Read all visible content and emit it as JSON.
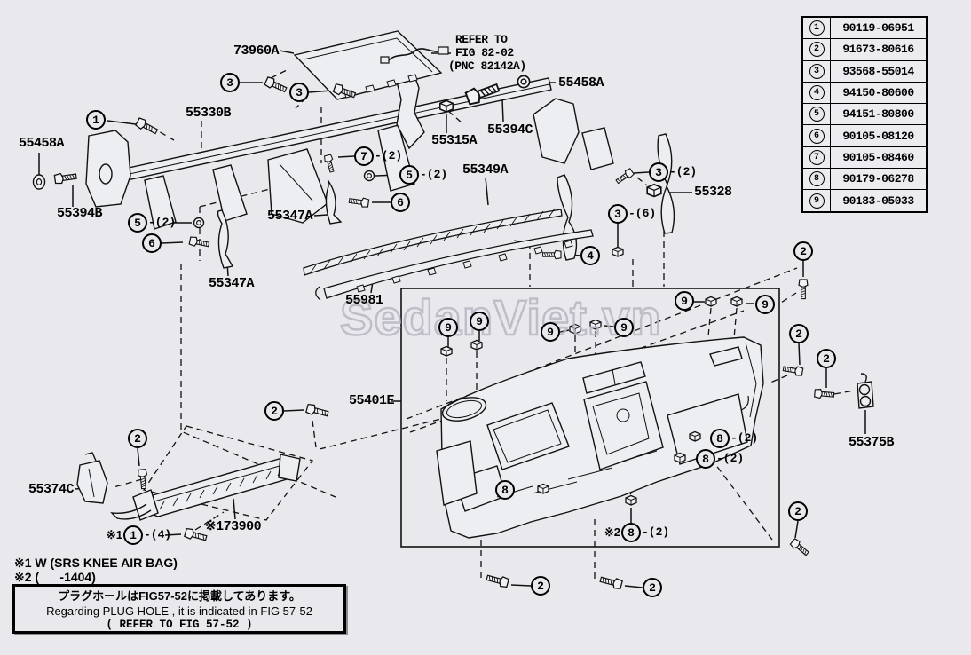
{
  "page_bg": "#e9e9ed",
  "watermark": "SedanViet.vn",
  "table": {
    "rows": [
      {
        "no": "1",
        "pn": "90119-06951"
      },
      {
        "no": "2",
        "pn": "91673-80616"
      },
      {
        "no": "3",
        "pn": "93568-55014"
      },
      {
        "no": "4",
        "pn": "94150-80600"
      },
      {
        "no": "5",
        "pn": "94151-80800"
      },
      {
        "no": "6",
        "pn": "90105-08120"
      },
      {
        "no": "7",
        "pn": "90105-08460"
      },
      {
        "no": "8",
        "pn": "90179-06278"
      },
      {
        "no": "9",
        "pn": "90183-05033"
      }
    ]
  },
  "labels": {
    "p73960A": "73960A",
    "p55458A": "55458A",
    "p55330B": "55330B",
    "p55394C": "55394C",
    "p55315A": "55315A",
    "p55349A": "55349A",
    "p55328": "55328",
    "p55394B": "55394B",
    "p55347A": "55347A",
    "p55981": "55981",
    "p55401E": "55401E",
    "p55375B": "55375B",
    "p55374C": "55374C",
    "p173900": "※173900",
    "refer1": "REFER TO",
    "refer2": "FIG 82-02",
    "refer3": "(PNC 82142A)"
  },
  "callouts": {
    "c1": "1",
    "c2": "2",
    "c3": "3",
    "c4": "4",
    "c5": "5",
    "c6": "6",
    "c7": "7",
    "c8": "8",
    "c9": "9",
    "q2": "-(2)",
    "q4": "-(4)",
    "q6": "-(6)",
    "x1": "※1",
    "x2": "※2"
  },
  "notes": {
    "n1": "※1 W (SRS KNEE AIR BAG)",
    "n2": "※2 (      -1404)",
    "jp": "プラグホールはFIG57-52に掲載してあります。",
    "en": "Regarding PLUG HOLE , it is indicated in FIG 57-52",
    "ref": "(  REFER TO FIG 57-52 )"
  }
}
